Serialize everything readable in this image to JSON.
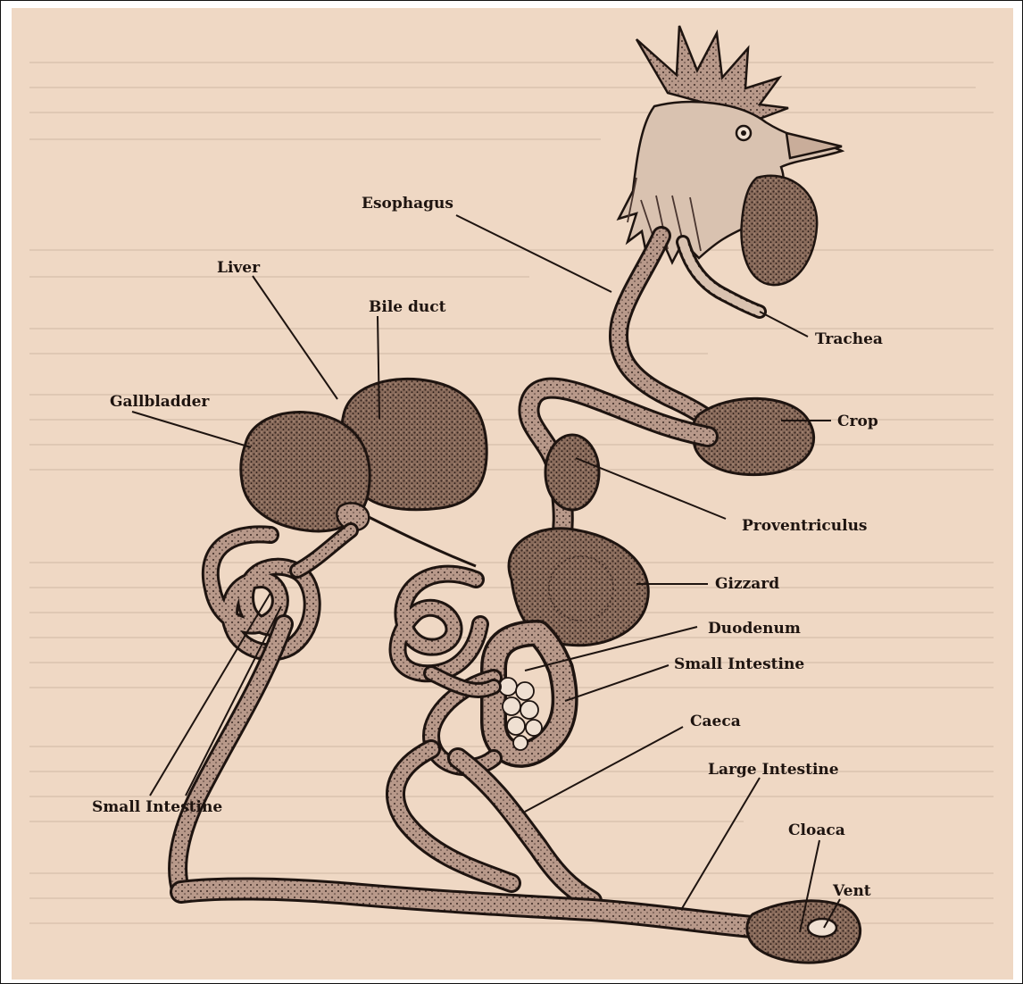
{
  "labels": {
    "esophagus": "Esophagus",
    "liver": "Liver",
    "bile_duct": "Bile duct",
    "trachea": "Trachea",
    "gallbladder": "Gallbladder",
    "crop": "Crop",
    "proventriculus": "Proventriculus",
    "gizzard": "Gizzard",
    "duodenum": "Duodenum",
    "small_intestine_right": "Small Intestine",
    "caeca": "Caeca",
    "large_intestine": "Large Intestine",
    "small_intestine_left": "Small Intestine",
    "cloaca": "Cloaca",
    "vent": "Vent"
  },
  "colors": {
    "paper": "#efd8c4",
    "ink": "#1e1410",
    "organ_fill": "#6e5448"
  }
}
